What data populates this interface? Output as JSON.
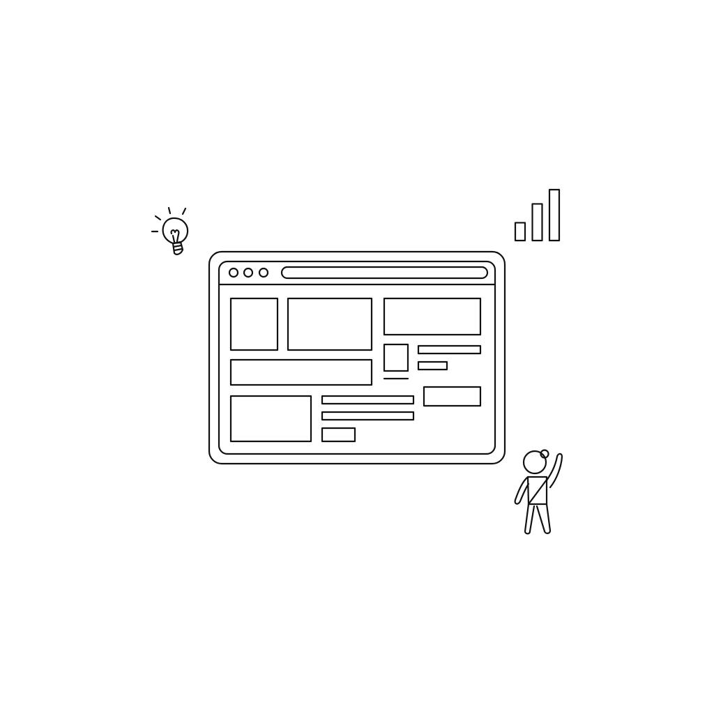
{
  "colors": {
    "background": "#ffffff",
    "ink": "#111111"
  },
  "icons": {
    "decoration_left": "lightbulb-icon",
    "decoration_right_top": "bar-chart-icon",
    "decoration_right_bottom": "waving-person"
  },
  "browser_window": {
    "address_bar_text": "",
    "window_controls": [
      "close",
      "minimize",
      "maximize"
    ],
    "wireframe_blocks": [
      "image-placeholder-small",
      "image-placeholder-medium",
      "banner-placeholder",
      "thumbnail-placeholder",
      "text-line-1",
      "text-line-2",
      "wide-text-block",
      "image-placeholder-bottom",
      "text-line-3",
      "text-line-4",
      "button-placeholder",
      "cta-block"
    ]
  },
  "bar_chart": {
    "bar_count": 3,
    "relative_heights": [
      0.35,
      0.72,
      1.0
    ]
  }
}
